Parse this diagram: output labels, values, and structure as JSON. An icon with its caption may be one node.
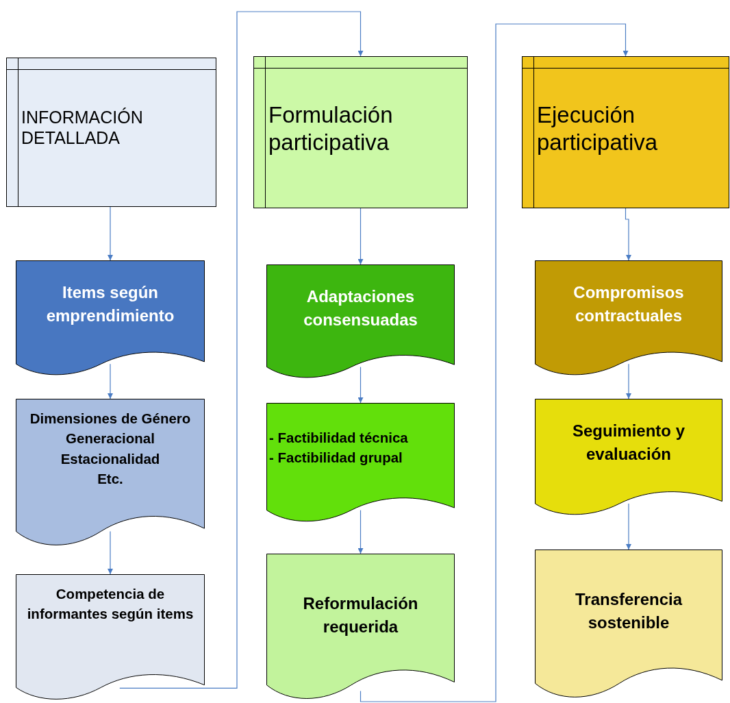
{
  "diagram": {
    "nodes": [
      {
        "text": [
          "INFORMACIÓN DETALLADA"
        ]
      },
      {
        "text": [
          "Formulación participativa"
        ]
      },
      {
        "text": [
          "Ejecución participativa"
        ]
      },
      {
        "text": [
          "Items según emprendimiento"
        ]
      },
      {
        "text": [
          "Dimensiones de Género",
          "Generacional",
          "Estacionalidad",
          "Etc."
        ]
      },
      {
        "text": [
          "Competencia de informantes según items"
        ]
      },
      {
        "text": [
          "Adaptaciones consensuadas"
        ]
      },
      {
        "text": [
          "- Factibilidad técnica",
          "- Factibilidad grupal"
        ]
      },
      {
        "text": [
          "Reformulación requerida"
        ]
      },
      {
        "text": [
          "Compromisos contractuales"
        ]
      },
      {
        "text": [
          "Seguimiento y evaluación"
        ]
      },
      {
        "text": [
          "Transferencia sostenible"
        ]
      }
    ],
    "edges": [
      {
        "from": 0,
        "to": 3,
        "arrow": "to"
      },
      {
        "from": 3,
        "to": 4,
        "arrow": "to"
      },
      {
        "from": 4,
        "to": 5,
        "arrow": "to"
      },
      {
        "from": 5,
        "to": 1,
        "arrow": "to"
      },
      {
        "from": 1,
        "to": 6,
        "arrow": "to"
      },
      {
        "from": 6,
        "to": 7,
        "arrow": "to"
      },
      {
        "from": 7,
        "to": 8,
        "arrow": "to"
      },
      {
        "from": 8,
        "to": 2,
        "arrow": "to"
      },
      {
        "from": 2,
        "to": 9,
        "arrow": "to"
      },
      {
        "from": 9,
        "to": 10,
        "arrow": "to"
      },
      {
        "from": 10,
        "to": 11,
        "arrow": "to"
      }
    ]
  }
}
